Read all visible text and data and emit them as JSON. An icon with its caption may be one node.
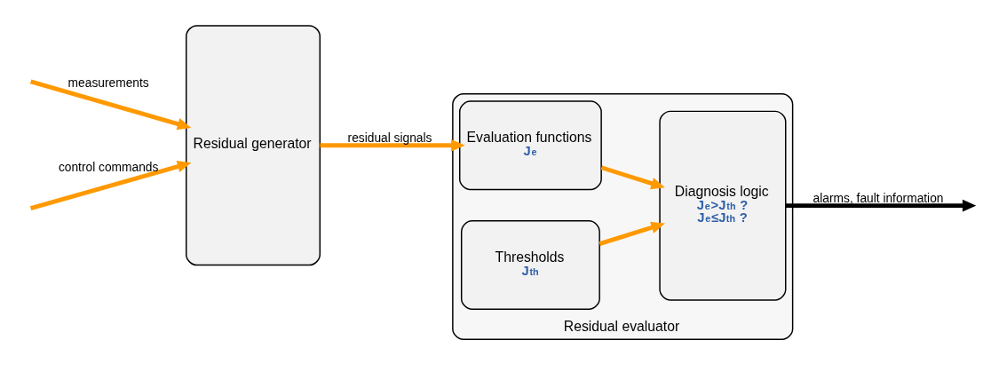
{
  "diagram": {
    "nodes": [
      {
        "text": [
          "Residual generator"
        ]
      },
      {
        "text": [
          "Residual evaluator"
        ]
      },
      {
        "text": [
          "Evaluation functions",
          "J$_{e}$"
        ],
        "in": 1
      },
      {
        "text": [
          "Thresholds",
          "J$_{th}$"
        ],
        "in": 1
      },
      {
        "text": [
          "Diagnosis logic",
          "J$_{e}$>J$_{th}$ ?",
          "J$_{e}$≤J$_{th}$ ?"
        ],
        "in": 1
      }
    ],
    "edges": [
      {
        "from": null,
        "to": 0,
        "arrow": "to",
        "label": "measurements"
      },
      {
        "from": null,
        "to": 0,
        "arrow": "to",
        "label": "control commands"
      },
      {
        "from": 0,
        "to": 2,
        "arrow": "to",
        "label": "residual signals"
      },
      {
        "from": 2,
        "to": 4,
        "arrow": "to"
      },
      {
        "from": 3,
        "to": 4,
        "arrow": "to"
      },
      {
        "from": 4,
        "to": null,
        "arrow": "to",
        "label": "alarms, fault information",
        "color": "#000000"
      }
    ]
  }
}
